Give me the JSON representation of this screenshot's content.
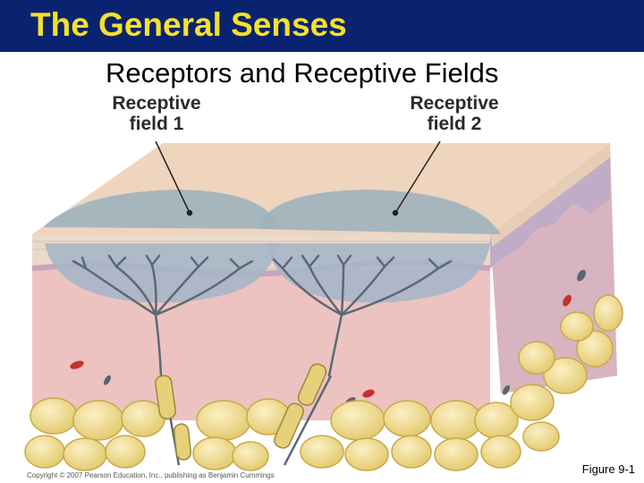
{
  "slide": {
    "title": "The General Senses",
    "subtitle": "Receptors and Receptive Fields"
  },
  "diagram": {
    "labels": {
      "field_1": [
        "Receptive",
        "field 1"
      ],
      "field_2": [
        "Receptive",
        "field 2"
      ]
    },
    "colors": {
      "title_bar": "#0a2370",
      "title_text": "#f5e02a",
      "epidermis": "#efd4be",
      "dermis": "#ecc3c0",
      "receptive_field": "#9fb3bd",
      "adipose": "#f1dc8e",
      "nerve_capsule": "#e6d07a"
    }
  },
  "footer": {
    "copyright": "Copyright © 2007 Pearson Education, Inc., publishing as Benjamin Cummings",
    "figure": "Figure 9-1"
  }
}
